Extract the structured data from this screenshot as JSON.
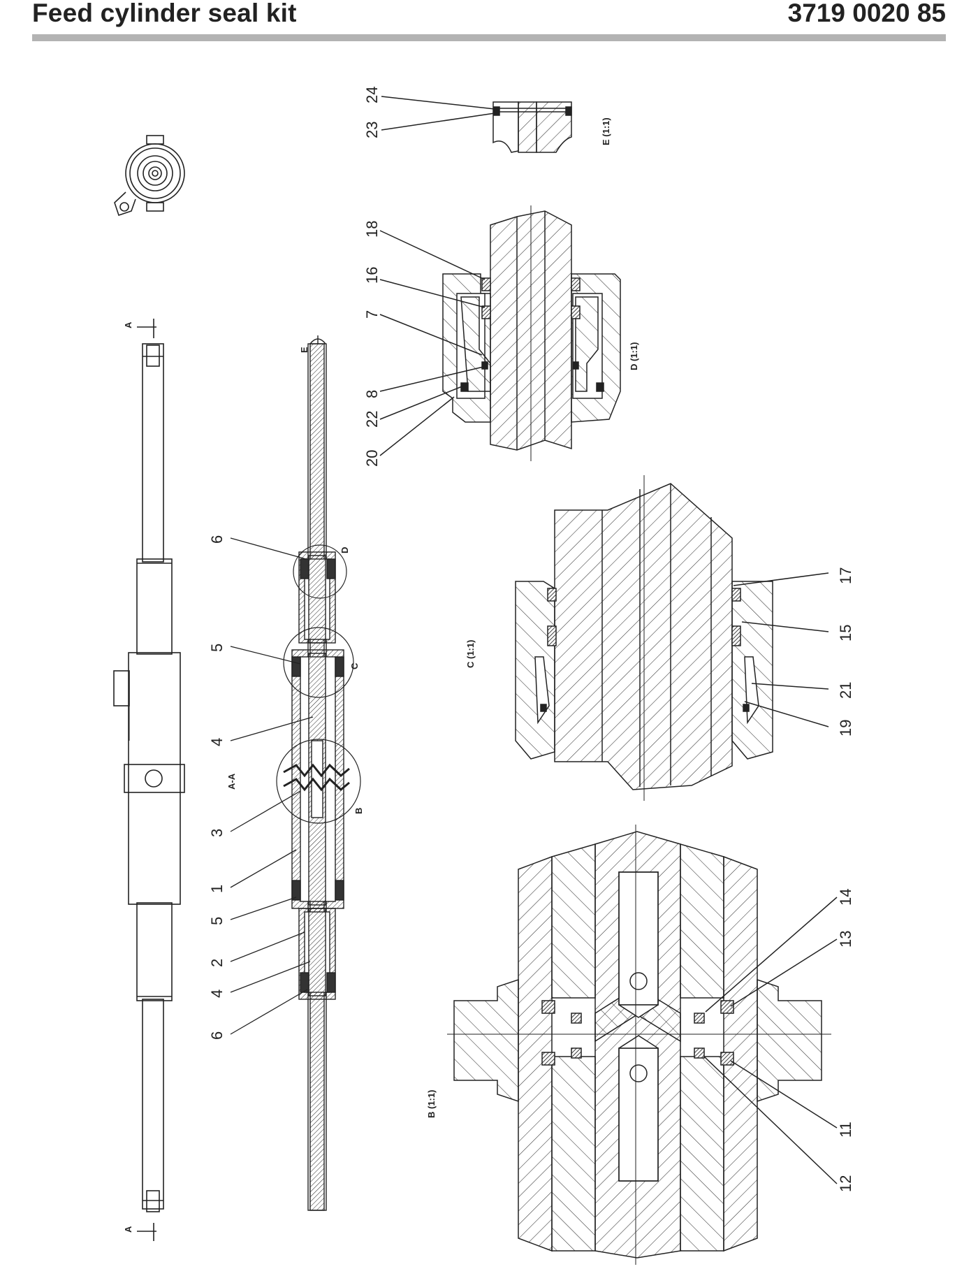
{
  "header": {
    "title": "Feed cylinder seal kit",
    "part_number": "3719 0020 85"
  },
  "views": {
    "section": "A-A",
    "detail_b": "B (1:1)",
    "detail_c": "C (1:1)",
    "detail_d": "D (1:1)",
    "detail_e": "E (1:1)",
    "marker_a": "A",
    "marker_b": "B",
    "marker_c": "C",
    "marker_d": "D",
    "marker_e": "E"
  },
  "callouts": {
    "c1": "1",
    "c2": "2",
    "c3": "3",
    "c4a": "4",
    "c4b": "4",
    "c5a": "5",
    "c5b": "5",
    "c6a": "6",
    "c6b": "6",
    "c7": "7",
    "c8": "8",
    "c11": "11",
    "c12": "12",
    "c13": "13",
    "c14": "14",
    "c15": "15",
    "c16": "16",
    "c17": "17",
    "c18": "18",
    "c19": "19",
    "c20": "20",
    "c21": "21",
    "c22": "22",
    "c23": "23",
    "c24": "24"
  }
}
